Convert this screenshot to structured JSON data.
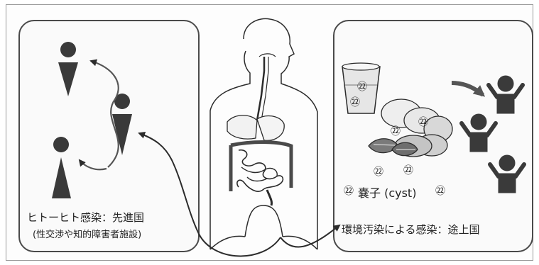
{
  "left_panel": {
    "caption": "ヒトーヒト感染：先進国",
    "subcaption": "(性交渉や知的障害者施設)"
  },
  "right_panel": {
    "caption": "環境汚染による感染：途上国",
    "cyst_label": "嚢子 (cyst)"
  },
  "cyst_symbol": "㉒",
  "colors": {
    "line": "#2b2b2b",
    "figure_fill": "#3a3a3a",
    "arrow_accent": "#555555",
    "water": "#e6e6e6"
  }
}
